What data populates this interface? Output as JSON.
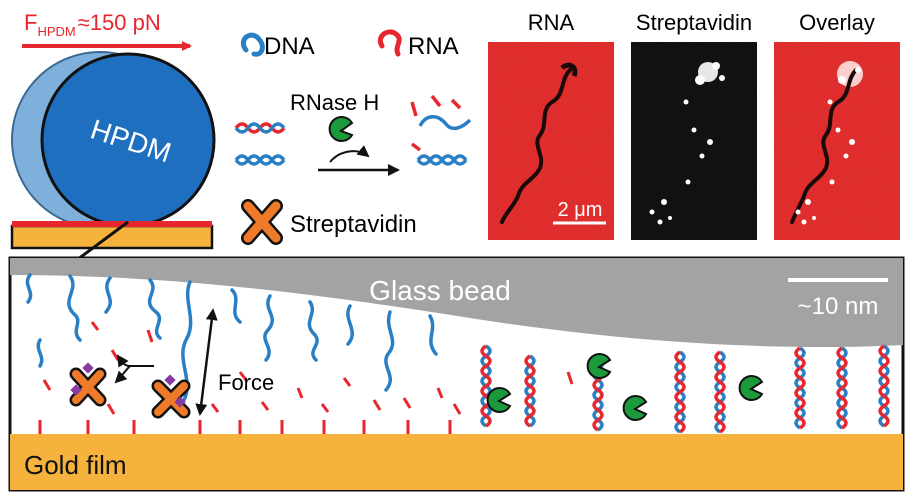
{
  "force_label": {
    "prefix": "F",
    "subscript": "HPDM",
    "value": "≈150 pN"
  },
  "bead_label": "HPDM",
  "legend": {
    "dna": "DNA",
    "rna": "RNA",
    "streptavidin": "Streptavidin"
  },
  "reaction": {
    "enzyme": "RNase H"
  },
  "micrographs": [
    {
      "title": "RNA",
      "scale_bar": "2 μm"
    },
    {
      "title": "Streptavidin"
    },
    {
      "title": "Overlay"
    }
  ],
  "bottom_panel": {
    "glass_bead": "Glass bead",
    "scale_bar": "~10 nm",
    "force": "Force",
    "gold_film": "Gold film"
  },
  "colors": {
    "dna": "#2a7fc4",
    "rna": "#e8262d",
    "gold": "#f5b23c",
    "bead_dark": "#1f6fc0",
    "bead_light": "#7fb0dc",
    "enzyme": "#1a9a3a",
    "strep": "#ee7a2a",
    "strep_dot": "#8a3ba0",
    "glass": "#a3a3a3",
    "micro_red": "#e32020"
  }
}
